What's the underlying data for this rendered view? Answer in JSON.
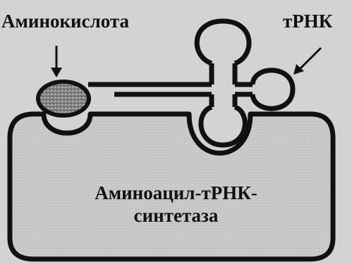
{
  "labels": {
    "amino_acid": "Аминокислота",
    "trna": "тРНК",
    "enzyme_line1": "Аминоацил-тРНК-",
    "enzyme_line2": "синтетаза"
  },
  "colors": {
    "background": "#d3d3d3",
    "outline": "#111111",
    "enzyme_fill": "#cfcfcf",
    "amino_fill": "#8a8a8a",
    "trna_fill": "#d3d3d3"
  }
}
